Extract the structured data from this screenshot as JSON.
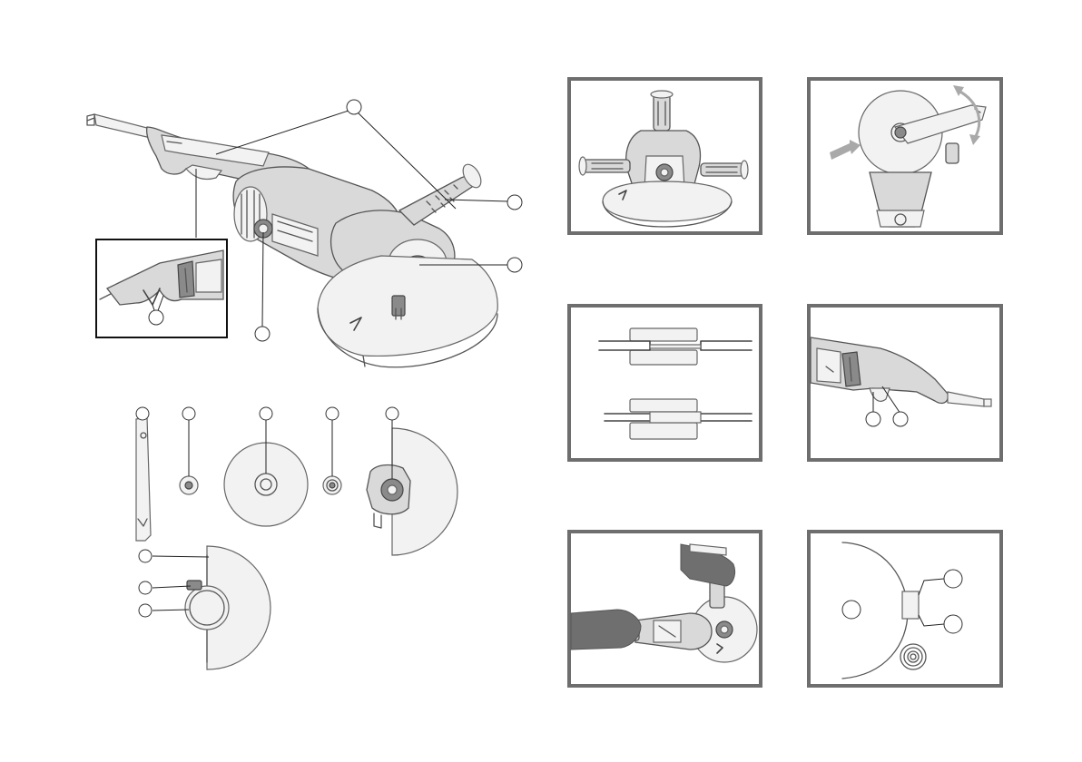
{
  "figure": {
    "main_tool_callouts": 5,
    "accessory_callouts": 5,
    "guard_callouts": 3,
    "panels": [
      {
        "id": "handle-positions",
        "icon": "side-handle-positions"
      },
      {
        "id": "spindle-lock",
        "icon": "spanner-disc-lock"
      },
      {
        "id": "flange-orientation",
        "icon": "flange-cross-section"
      },
      {
        "id": "switch-lock",
        "icon": "trigger-switch-lock"
      },
      {
        "id": "two-hand-grip",
        "icon": "hands-holding-grinder"
      },
      {
        "id": "brush-wear",
        "icon": "carbon-brush-wear"
      }
    ],
    "colors": {
      "frame": "#6e6e6e",
      "line": "#555555",
      "body": "#d9d9d9",
      "hand": "#6f6f6f",
      "arrow": "#a9a9a9"
    }
  }
}
